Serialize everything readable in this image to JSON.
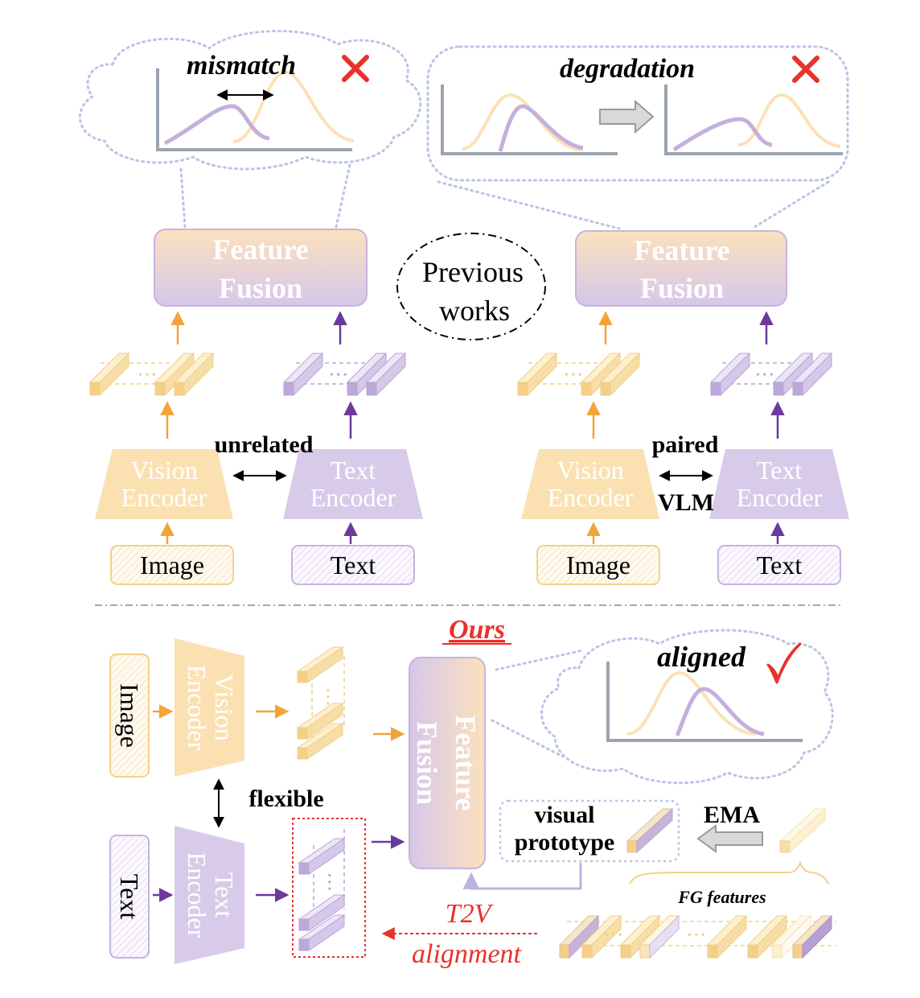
{
  "top": {
    "center_label_line1": "Previous",
    "center_label_line2": "works",
    "left": {
      "callout_title": "mismatch",
      "fusion_line1": "Feature",
      "fusion_line2": "Fusion",
      "vision_line1": "Vision",
      "vision_line2": "Encoder",
      "text_line1": "Text",
      "text_line2": "Encoder",
      "relation": "unrelated",
      "image_input": "Image",
      "text_input": "Text"
    },
    "right": {
      "callout_title": "degradation",
      "fusion_line1": "Feature",
      "fusion_line2": "Fusion",
      "vision_line1": "Vision",
      "vision_line2": "Encoder",
      "text_line1": "Text",
      "text_line2": "Encoder",
      "relation_top": "paired",
      "relation_bottom": "VLM",
      "image_input": "Image",
      "text_input": "Text"
    }
  },
  "bottom": {
    "ours_label": "Ours",
    "callout_title": "aligned",
    "image_input": "Image",
    "text_input": "Text",
    "vision_line1": "Vision",
    "vision_line2": "Encoder",
    "text_line1": "Text",
    "text_line2": "Encoder",
    "fusion_line1": "Feature",
    "fusion_line2": "Fusion",
    "relation": "flexible",
    "prototype_line1": "visual",
    "prototype_line2": "prototype",
    "ema_label": "EMA",
    "fg_label": "FG features",
    "t2v_line1": "T2V",
    "t2v_line2": "alignment"
  },
  "colors": {
    "orange_fill": "#fbe3b4",
    "orange_stroke": "#f3d08a",
    "orange_arrow": "#f2a43a",
    "purple_fill": "#d9cce8",
    "purple_stroke": "#c6b4dd",
    "purple_arrow": "#6a3a9c",
    "cloud_dots": "#b9c5e4",
    "axis": "#9aa4b0",
    "red": "#e8322c"
  },
  "icons": [
    "cross-icon",
    "check-icon",
    "gray-arrow-icon"
  ]
}
